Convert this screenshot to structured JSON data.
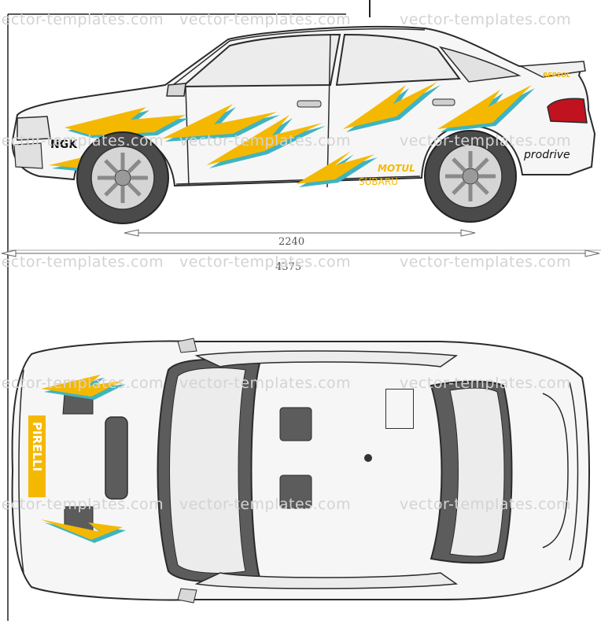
{
  "watermark": "vector-templates.com",
  "dimensions": {
    "wheelbase": "2240",
    "overall_length": "4375"
  },
  "decals": {
    "ngk": "NGK",
    "repsol": "REPSOL",
    "motul": "MOTUL",
    "subaru": "SUBARU",
    "prodrive": "prodrive",
    "pirelli": "PIRELLI"
  },
  "colors": {
    "body": "#f6f6f6",
    "outline": "#2b2b2b",
    "window": "#ececec",
    "tire": "#4a4a4a",
    "pillar": "#5c5c5c",
    "stripe_yellow": "#f5b800",
    "stripe_teal": "#3fb4c0",
    "tail_light": "#c0121f",
    "watermark": "#d3d3d3"
  }
}
